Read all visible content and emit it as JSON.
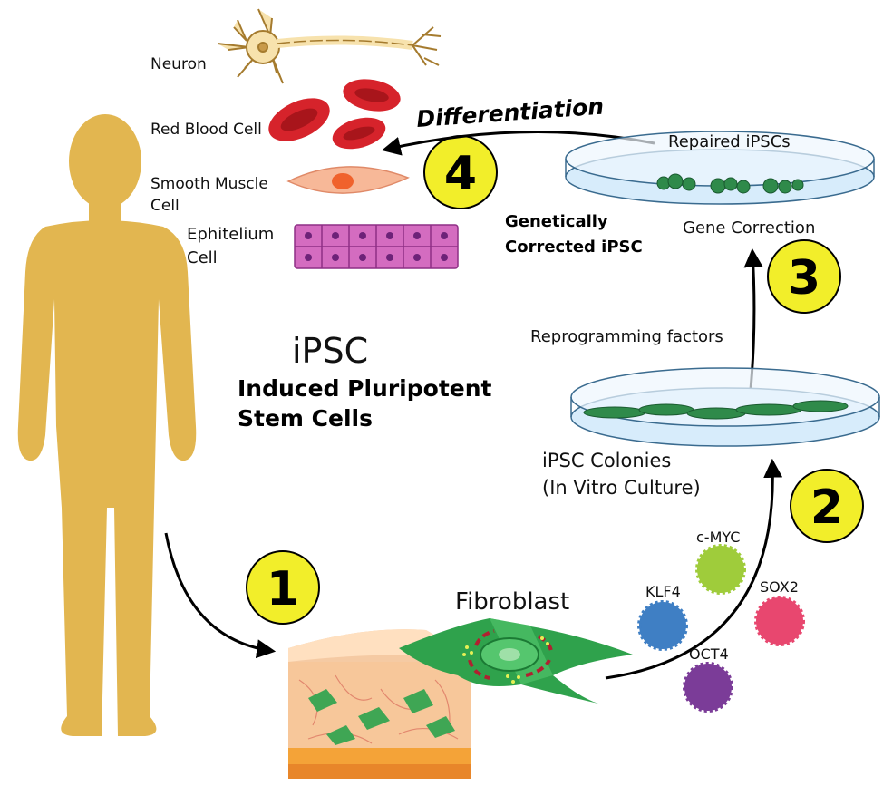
{
  "title": {
    "abbrev": "iPSC",
    "line1": "Induced Pluripotent",
    "line2": "Stem Cells"
  },
  "cell_types": {
    "neuron": "Neuron",
    "rbc": "Red Blood Cell",
    "smooth_muscle_1": "Smooth Muscle",
    "smooth_muscle_2": "Cell",
    "epithelium_1": "Ephitelium",
    "epithelium_2": "Cell"
  },
  "steps": {
    "s1": "1",
    "s2": "2",
    "s3": "3",
    "s4": "4"
  },
  "labels": {
    "differentiation": "Differentiation",
    "repaired": "Repaired iPSCs",
    "genetically_1": "Genetically",
    "genetically_2": "Corrected iPSC",
    "gene_correction": "Gene Correction",
    "reprogramming": "Reprogramming factors",
    "colonies_1": "iPSC Colonies",
    "colonies_2": "(In Vitro Culture)",
    "fibroblast": "Fibroblast"
  },
  "factors": {
    "cmyc": "c-MYC",
    "klf4": "KLF4",
    "sox2": "SOX2",
    "oct4": "OCT4"
  },
  "colors": {
    "body": "#e2b650",
    "step_badge": "#f2ee2a",
    "rbc": "#d6232b",
    "smooth_muscle": "#f7b898",
    "epithelium": "#d46cc0",
    "colony": "#2f8a4a",
    "dish": "#d7ecfb",
    "cmyc": "#9fcc3b",
    "klf4": "#3f7fc4",
    "sox2": "#e8476f",
    "oct4": "#7b3c98"
  }
}
